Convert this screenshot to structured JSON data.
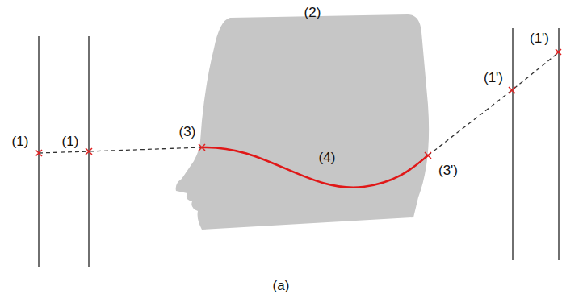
{
  "diagram": {
    "caption": "(a)",
    "labels": [
      "(1)",
      "(1)",
      "(3)",
      "(4)",
      "(2)",
      "(3')",
      "(1')",
      "(1')"
    ]
  }
}
